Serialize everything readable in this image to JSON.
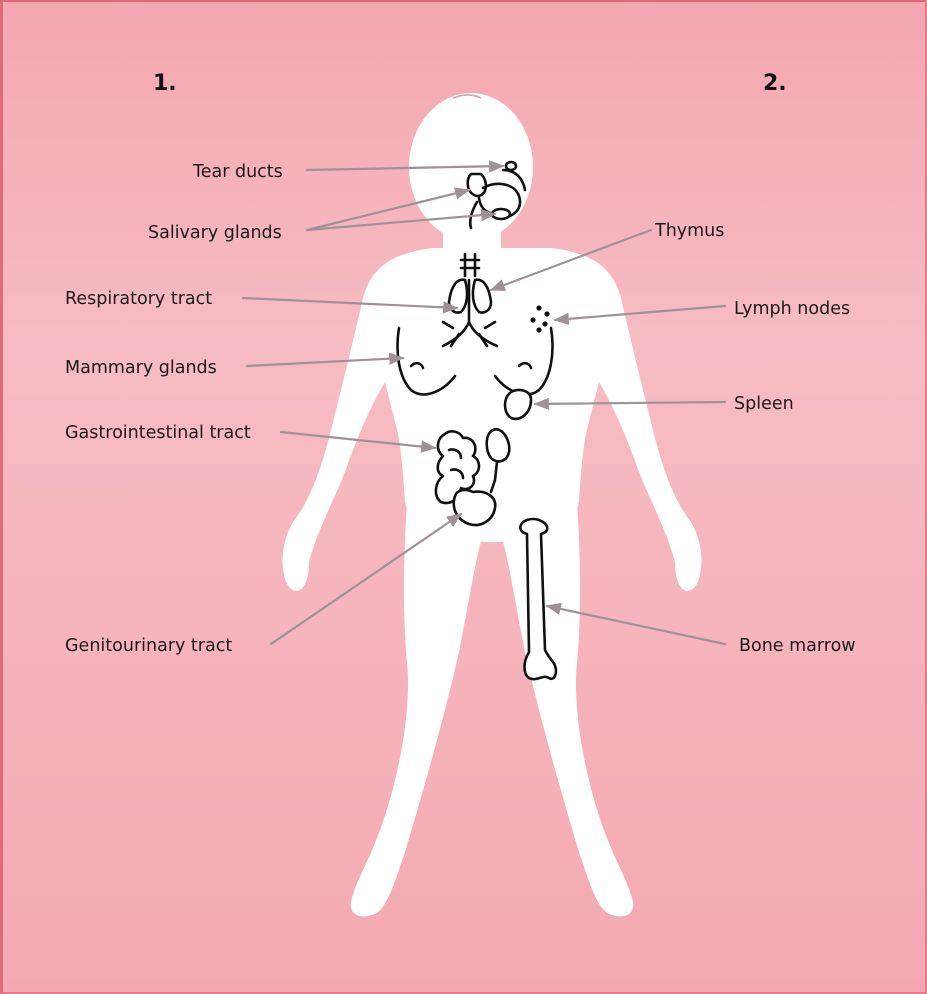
{
  "panel": {
    "number_left": "1.",
    "number_right": "2.",
    "background_color": "#f6b3bb",
    "figure_color": "#ffffff"
  },
  "labels_left": {
    "tear_ducts": "Tear ducts",
    "salivary_glands": "Salivary glands",
    "respiratory_tract": "Respiratory tract",
    "mammary_glands": "Mammary glands",
    "gastrointestinal_tract": "Gastrointestinal tract",
    "genitourinary_tract": "Genitourinary tract"
  },
  "labels_right": {
    "thymus": "Thymus",
    "lymph_nodes": "Lymph nodes",
    "spleen": "Spleen",
    "bone_marrow": "Bone marrow"
  }
}
